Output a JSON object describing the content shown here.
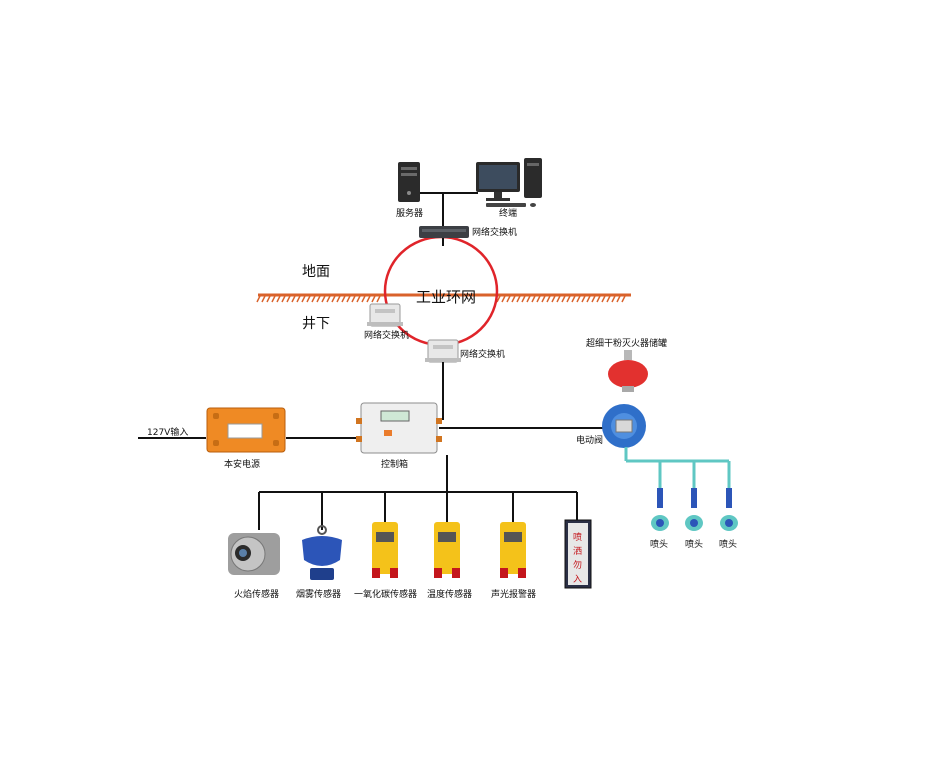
{
  "nodes": {
    "server": "服务器",
    "terminal": "终端",
    "top_switch": "网络交换机",
    "ground_label": "地面",
    "underground_label": "井下",
    "ring_label": "工业环网",
    "left_switch": "网络交换机",
    "right_switch": "网络交换机",
    "tank": "超细干粉灭火器储罐",
    "valve": "电动阀",
    "input": "127V输入",
    "power_supply": "本安电源",
    "controller": "控制箱",
    "flame_sensor": "火焰传感器",
    "smoke_sensor": "烟雾传感器",
    "co_sensor": "一氧化碳传感器",
    "temp_sensor": "温度传感器",
    "alarm": "声光报警器",
    "sign": "喷洒勿入",
    "nozzle_1": "喷头",
    "nozzle_2": "喷头",
    "nozzle_3": "喷头"
  },
  "colors": {
    "ground_hatch": "#d9622b",
    "ring": "#e0242a",
    "pipe": "#5fc7c3",
    "orange_box": "#ef8a24",
    "yellow_sensor": "#f4c21a",
    "blue_sensor": "#2c55b8",
    "tank": "#e2312f"
  }
}
